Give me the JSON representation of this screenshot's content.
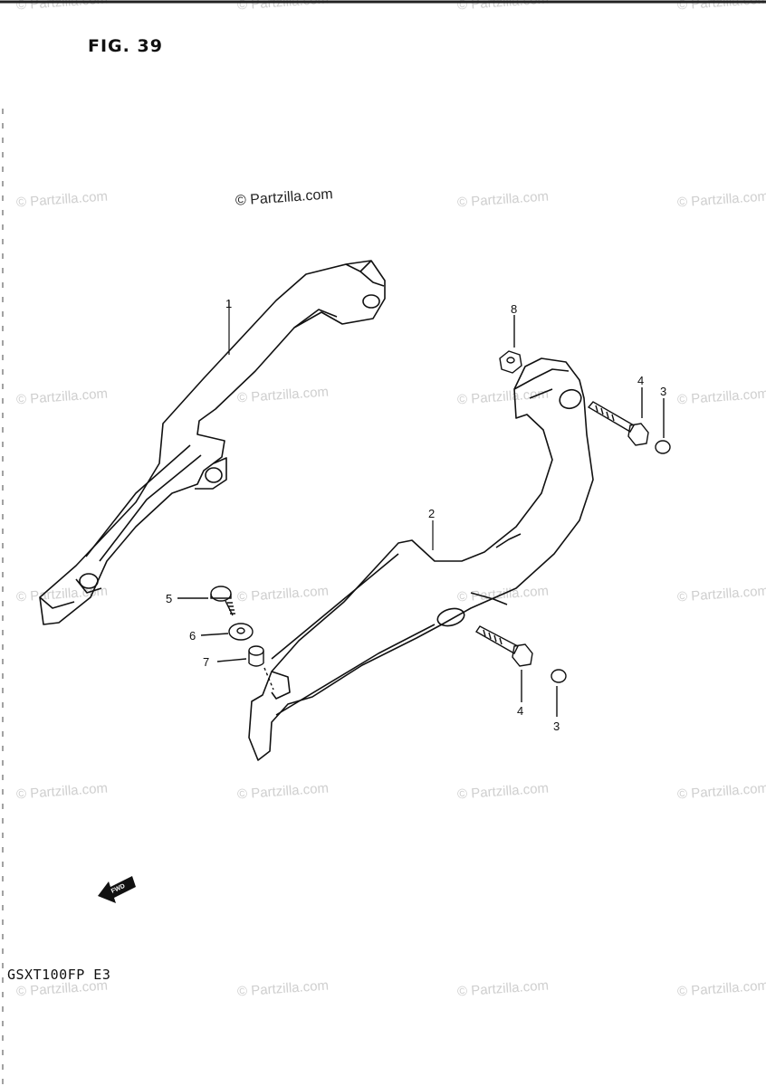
{
  "figure": {
    "title": "FIG. 39",
    "model_code": "GSXT100FP E3"
  },
  "watermark_text": "© Partzilla.com",
  "fwd_label": "FWD",
  "callouts": {
    "c1": "1",
    "c2": "2",
    "c3a": "3",
    "c3b": "3",
    "c4a": "4",
    "c4b": "4",
    "c5": "5",
    "c6": "6",
    "c7": "7",
    "c8": "8"
  }
}
